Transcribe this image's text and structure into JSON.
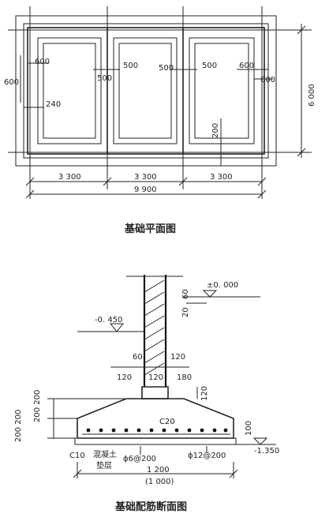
{
  "plan": {
    "title": "基础平面图",
    "labels": {
      "d600_left_top": "600",
      "d600_left_side": "600",
      "d500_a": "500",
      "d500_b": "500",
      "d500_c": "500",
      "d500_d": "500",
      "d600_right_top": "600",
      "d600_right_side": "600",
      "d240": "240",
      "d200": "200",
      "d6000": "6 000",
      "span1": "3 300",
      "span2": "3 300",
      "span3": "3 300",
      "total": "9 900"
    }
  },
  "section": {
    "title": "基础配筋断面图",
    "labels": {
      "level_zero": "±0. 000",
      "level_m0450": "-0. 450",
      "level_m1350": "-1.350",
      "d60_top": "60",
      "d20": "20",
      "d60_mid": "60",
      "d120_right": "120",
      "d120_left": "120",
      "d120_center": "120",
      "d180": "180",
      "d120_step": "120",
      "d200_200": "200 200",
      "d200_side": "200 200",
      "d100": "100",
      "c20": "C20",
      "c10": "C10",
      "concrete_1": "混凝土",
      "concrete_2": "垫层",
      "rebar_a": "ϕ6@200",
      "rebar_b": "ϕ12@200",
      "width": "1 200",
      "width_paren": "(1 000)"
    }
  }
}
